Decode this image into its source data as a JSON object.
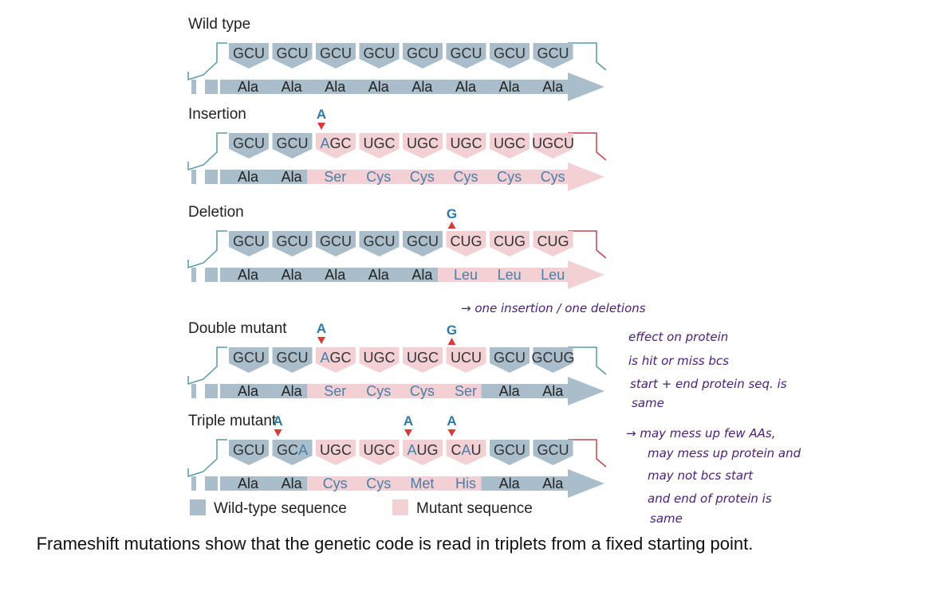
{
  "colors": {
    "wildtype": "#a9bdcb",
    "mutant": "#f2d0d4",
    "mutant_text": "#4a7fa8",
    "arrow_red": "#d93b3b",
    "base_blue": "#2f78a8",
    "handwriting": "#4b1d7a",
    "mrna_teal": "#5a9aa8",
    "mrna_red": "#c0474f"
  },
  "rows": [
    {
      "title": "Wild type",
      "mrna_end": "teal",
      "codons": [
        {
          "text": "GCU",
          "type": "wt"
        },
        {
          "text": "GCU",
          "type": "wt"
        },
        {
          "text": "GCU",
          "type": "wt"
        },
        {
          "text": "GCU",
          "type": "wt"
        },
        {
          "text": "GCU",
          "type": "wt"
        },
        {
          "text": "GCU",
          "type": "wt"
        },
        {
          "text": "GCU",
          "type": "wt"
        },
        {
          "text": "GCU",
          "type": "wt"
        }
      ],
      "aas": [
        {
          "text": "Ala",
          "type": "wt"
        },
        {
          "text": "Ala",
          "type": "wt"
        },
        {
          "text": "Ala",
          "type": "wt"
        },
        {
          "text": "Ala",
          "type": "wt"
        },
        {
          "text": "Ala",
          "type": "wt"
        },
        {
          "text": "Ala",
          "type": "wt"
        },
        {
          "text": "Ala",
          "type": "wt"
        },
        {
          "text": "Ala",
          "type": "wt"
        }
      ],
      "marks": []
    },
    {
      "title": "Insertion",
      "mrna_end": "red",
      "codons": [
        {
          "text": "GCU",
          "type": "wt"
        },
        {
          "text": "GCU",
          "type": "wt"
        },
        {
          "text": "AGC",
          "type": "mut",
          "hl": 0
        },
        {
          "text": "UGC",
          "type": "mut"
        },
        {
          "text": "UGC",
          "type": "mut"
        },
        {
          "text": "UGC",
          "type": "mut"
        },
        {
          "text": "UGC",
          "type": "mut"
        },
        {
          "text": "UGCU",
          "type": "mut"
        }
      ],
      "aas": [
        {
          "text": "Ala",
          "type": "wt"
        },
        {
          "text": "Ala",
          "type": "wt"
        },
        {
          "text": "Ser",
          "type": "mut"
        },
        {
          "text": "Cys",
          "type": "mut"
        },
        {
          "text": "Cys",
          "type": "mut"
        },
        {
          "text": "Cys",
          "type": "mut"
        },
        {
          "text": "Cys",
          "type": "mut"
        },
        {
          "text": "Cys",
          "type": "mut"
        }
      ],
      "marks": [
        {
          "base": "A",
          "dir": "down",
          "pos": 2
        }
      ]
    },
    {
      "title": "Deletion",
      "mrna_end": "red",
      "codons": [
        {
          "text": "GCU",
          "type": "wt"
        },
        {
          "text": "GCU",
          "type": "wt"
        },
        {
          "text": "GCU",
          "type": "wt"
        },
        {
          "text": "GCU",
          "type": "wt"
        },
        {
          "text": "GCU",
          "type": "wt"
        },
        {
          "text": "CUG",
          "type": "mut"
        },
        {
          "text": "CUG",
          "type": "mut"
        },
        {
          "text": "CUG",
          "type": "mut"
        }
      ],
      "aas": [
        {
          "text": "Ala",
          "type": "wt"
        },
        {
          "text": "Ala",
          "type": "wt"
        },
        {
          "text": "Ala",
          "type": "wt"
        },
        {
          "text": "Ala",
          "type": "wt"
        },
        {
          "text": "Ala",
          "type": "wt"
        },
        {
          "text": "Leu",
          "type": "mut"
        },
        {
          "text": "Leu",
          "type": "mut"
        },
        {
          "text": "Leu",
          "type": "mut"
        }
      ],
      "marks": [
        {
          "base": "G",
          "dir": "up",
          "pos": 5
        }
      ]
    },
    {
      "title": "Double mutant",
      "mrna_end": "teal",
      "codons": [
        {
          "text": "GCU",
          "type": "wt"
        },
        {
          "text": "GCU",
          "type": "wt"
        },
        {
          "text": "AGC",
          "type": "mut",
          "hl": 0
        },
        {
          "text": "UGC",
          "type": "mut"
        },
        {
          "text": "UGC",
          "type": "mut"
        },
        {
          "text": "UCU",
          "type": "mut"
        },
        {
          "text": "GCU",
          "type": "wt"
        },
        {
          "text": "GCUG",
          "type": "wt"
        }
      ],
      "aas": [
        {
          "text": "Ala",
          "type": "wt"
        },
        {
          "text": "Ala",
          "type": "wt"
        },
        {
          "text": "Ser",
          "type": "mut"
        },
        {
          "text": "Cys",
          "type": "mut"
        },
        {
          "text": "Cys",
          "type": "mut"
        },
        {
          "text": "Ser",
          "type": "mut"
        },
        {
          "text": "Ala",
          "type": "wt"
        },
        {
          "text": "Ala",
          "type": "wt"
        }
      ],
      "marks": [
        {
          "base": "A",
          "dir": "down",
          "pos": 2
        },
        {
          "base": "G",
          "dir": "up",
          "pos": 5
        }
      ]
    },
    {
      "title": "Triple mutant",
      "mrna_end": "red",
      "codons": [
        {
          "text": "GCU",
          "type": "wt"
        },
        {
          "text": "GCA",
          "type": "wt",
          "hl": 2
        },
        {
          "text": "UGC",
          "type": "mut"
        },
        {
          "text": "UGC",
          "type": "mut"
        },
        {
          "text": "AUG",
          "type": "mut",
          "hl": 0
        },
        {
          "text": "CAU",
          "type": "mut",
          "hl": 1
        },
        {
          "text": "GCU",
          "type": "wt"
        },
        {
          "text": "GCU",
          "type": "wt"
        }
      ],
      "aas": [
        {
          "text": "Ala",
          "type": "wt"
        },
        {
          "text": "Ala",
          "type": "wt"
        },
        {
          "text": "Cys",
          "type": "mut"
        },
        {
          "text": "Cys",
          "type": "mut"
        },
        {
          "text": "Met",
          "type": "mut"
        },
        {
          "text": "His",
          "type": "mut"
        },
        {
          "text": "Ala",
          "type": "wt"
        },
        {
          "text": "Ala",
          "type": "wt"
        }
      ],
      "marks": [
        {
          "base": "A",
          "dir": "down",
          "pos": 1
        },
        {
          "base": "A",
          "dir": "down",
          "pos": 4
        },
        {
          "base": "A",
          "dir": "down",
          "pos": 5
        }
      ]
    }
  ],
  "legend": {
    "wildtype_label": "Wild-type sequence",
    "mutant_label": "Mutant sequence"
  },
  "annotations": [
    {
      "text": "→ one  insertion / one   deletions"
    },
    {
      "text": "effect  on  protein"
    },
    {
      "text": "is   hit or  miss  bcs"
    },
    {
      "text": "start  +  end  protein  seq.  is"
    },
    {
      "text": "same"
    },
    {
      "text": "→ may    mess   up   few   AAs,"
    },
    {
      "text": "may    mess   up  protein  and"
    },
    {
      "text": "may     not      bcs      start"
    },
    {
      "text": "and     end    of    protein  is"
    },
    {
      "text": "same"
    }
  ],
  "caption": "Frameshift mutations show that the genetic code is read in triplets from a fixed starting point."
}
